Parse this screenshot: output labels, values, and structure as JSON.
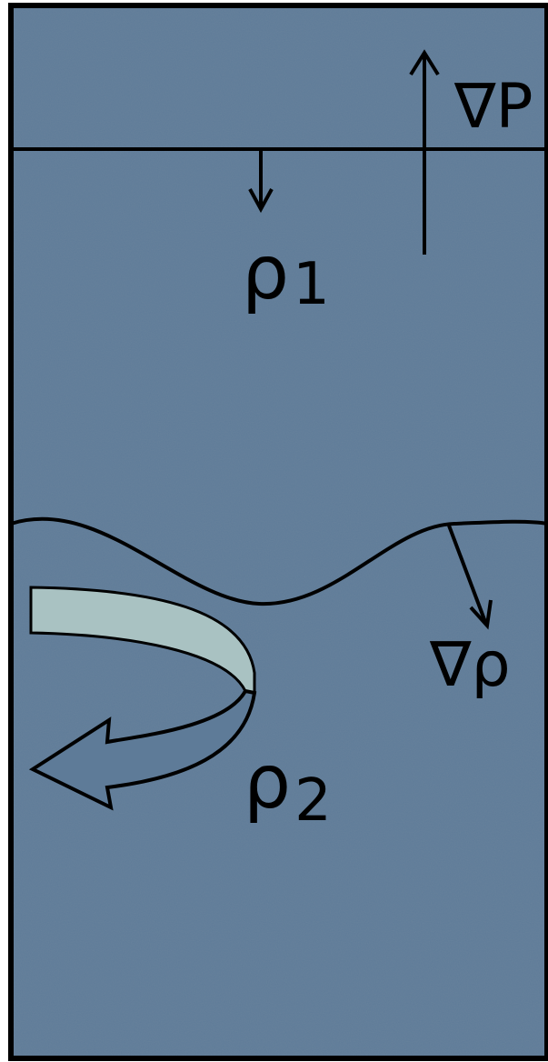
{
  "colors": {
    "fluid_background": "#5e7b98",
    "frame": "#000000",
    "line": "#000000",
    "swirl_fill": "#a9c2c2",
    "swirl_outline": "#000000"
  },
  "labels": {
    "pressure_gradient": "∇P",
    "density_gradient": "∇ρ",
    "rho1_symbol": "ρ",
    "rho1_subscript": "1",
    "rho2_symbol": "ρ",
    "rho2_subscript": "2"
  }
}
